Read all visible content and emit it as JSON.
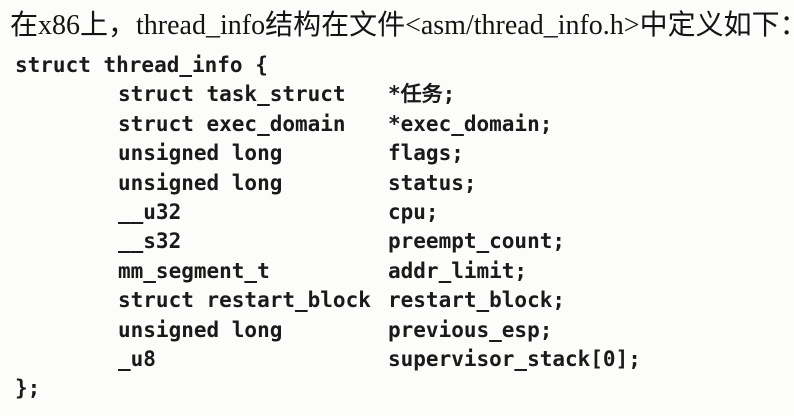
{
  "page": {
    "background": "#fcfcfb",
    "text_color": "#1a1a1a"
  },
  "intro": {
    "text": "在x86上，thread_info结构在文件<asm/thread_info.h>中定义如下："
  },
  "code": {
    "open_line": "struct thread_info {",
    "close_line": "};",
    "members": [
      {
        "type": "struct task_struct",
        "name": "*任务;"
      },
      {
        "type": "struct exec_domain",
        "name": "*exec_domain;"
      },
      {
        "type": "unsigned long",
        "name": "flags;"
      },
      {
        "type": "unsigned long",
        "name": "status;"
      },
      {
        "type": "__u32",
        "name": "cpu;"
      },
      {
        "type": "__s32",
        "name": "preempt_count;"
      },
      {
        "type": "mm_segment_t",
        "name": "addr_limit;"
      },
      {
        "type": "struct restart_block",
        "name": "restart_block;"
      },
      {
        "type": "unsigned long",
        "name": "previous_esp;"
      },
      {
        "type": "_u8",
        "name": "supervisor_stack[0];"
      }
    ]
  }
}
